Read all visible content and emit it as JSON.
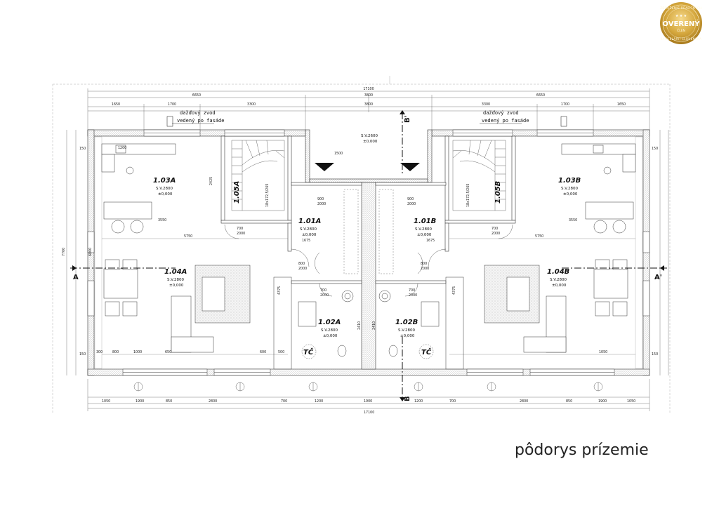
{
  "title": "pôdorys prízemie",
  "badge": {
    "top": "ZDRUŽENIE REALITNÝCH",
    "main": "OVERENÝ",
    "sub": "ČLEN",
    "bottom": "KANCELÁRIÍ SLOVENSKA"
  },
  "rooms": [
    {
      "id": "1.03A",
      "sv": "S.V.2800",
      "lvl": "±0,000"
    },
    {
      "id": "1.04A",
      "sv": "S.V.2800",
      "lvl": "±0,000"
    },
    {
      "id": "1.05A",
      "sv": "",
      "lvl": ""
    },
    {
      "id": "1.01A",
      "sv": "S.V.2800",
      "lvl": "±0,000"
    },
    {
      "id": "1.02A",
      "sv": "S.V.2800",
      "lvl": "±0,000"
    },
    {
      "id": "1.01B",
      "sv": "S.V.2800",
      "lvl": "±0,000"
    },
    {
      "id": "1.02B",
      "sv": "S.V.2800",
      "lvl": "±0,000"
    },
    {
      "id": "1.05B",
      "sv": "",
      "lvl": ""
    },
    {
      "id": "1.03B",
      "sv": "S.V.2800",
      "lvl": "±0,000"
    },
    {
      "id": "1.04B",
      "sv": "S.V.2800",
      "lvl": "±0,000"
    }
  ],
  "notes": {
    "left_1": "dažďový zvod",
    "left_2": "vedený po fasáde",
    "right_1": "dažďový zvod",
    "right_2": "vedený po fasáde",
    "entrance_sv": "S.V.2600",
    "entrance_lvl": "±0,000"
  },
  "sections": {
    "a": "A",
    "a2": "A'",
    "b": "B",
    "b2": "B'"
  },
  "tc": [
    "TČ",
    "TČ"
  ],
  "stairs": [
    "18x172,5/265",
    "18x172,5/265"
  ],
  "doors": [
    "800",
    "2000",
    "700",
    "2000",
    "900",
    "2000",
    "700",
    "2000",
    "900",
    "2000",
    "800",
    "2000",
    "700",
    "2000",
    "700",
    "2000"
  ],
  "dims_top": [
    "17100",
    "6650",
    "3800",
    "6650",
    "1650",
    "1700",
    "3300",
    "3800",
    "3300",
    "1700",
    "1650"
  ],
  "dims_bottom": [
    "1050",
    "1900",
    "850",
    "2800",
    "700",
    "1200",
    "1900",
    "1200",
    "700",
    "2800",
    "850",
    "1900",
    "1050",
    "17100"
  ],
  "dims_side": [
    "7700",
    "6800",
    "150",
    "150",
    "150",
    "150"
  ],
  "dims_inner": [
    "5750",
    "5750",
    "3550",
    "3550",
    "1675",
    "1675",
    "4375",
    "4375",
    "2425",
    "2410",
    "2410",
    "1000",
    "800",
    "650",
    "600",
    "500",
    "300",
    "1200",
    "1500",
    "1050"
  ]
}
